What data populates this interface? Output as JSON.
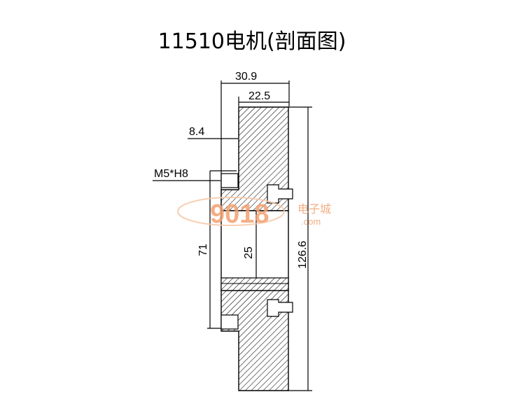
{
  "title": "11510电机(剖面图)",
  "dimensions": {
    "overall_width": "30.9",
    "inner_width": "22.5",
    "step": "8.4",
    "thread": "M5*H8",
    "height_71": "71",
    "bore_25": "25",
    "overall_height": "126.6"
  },
  "watermark": {
    "text": "9018",
    "cn_text": "电子城",
    "suffix": ".com",
    "color": "#f3a070"
  },
  "colors": {
    "line": "#000000",
    "hatch_fill": "#ffffff"
  }
}
